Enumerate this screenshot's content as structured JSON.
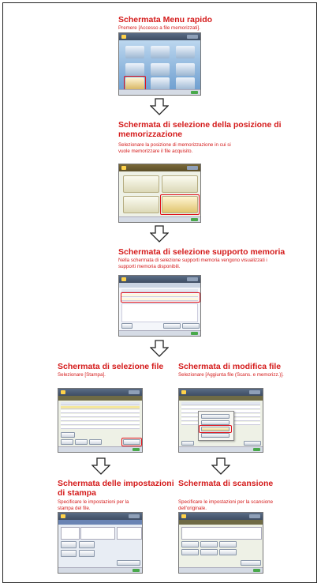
{
  "steps": {
    "s1": {
      "title": "Schermata Menu rapido",
      "desc": "Premere [Accesso a file memorizzati]."
    },
    "s2": {
      "title": "Schermata di selezione della posizione di memorizzazione",
      "desc": "Selezionare la posizione di memorizzazione in cui si vuole memorizzare il file acquisito."
    },
    "s3": {
      "title": "Schermata di selezione supporto memoria",
      "desc": "Nella schermata di selezione supporti memoria vengono visualizzati i supporti memoria disponibili."
    },
    "s4": {
      "title": "Schermata di selezione file",
      "desc": "Selezionare [Stampa]."
    },
    "s5": {
      "title": "Schermata di modifica file",
      "desc": "Selezionare [Aggiunta file (Scans. e memorizz.)]."
    },
    "s6": {
      "title": "Schermata delle impostazioni di stampa",
      "desc": "Specificare le impostazioni per la stampa del file."
    },
    "s7": {
      "title": "Schermata di scansione",
      "desc": "Specificare le impostazioni per la scansione dell'originale."
    }
  },
  "colors": {
    "accent": "#d41a1a",
    "frame": "#222222",
    "arrow": "#222222",
    "highlight": "#e0141e"
  }
}
